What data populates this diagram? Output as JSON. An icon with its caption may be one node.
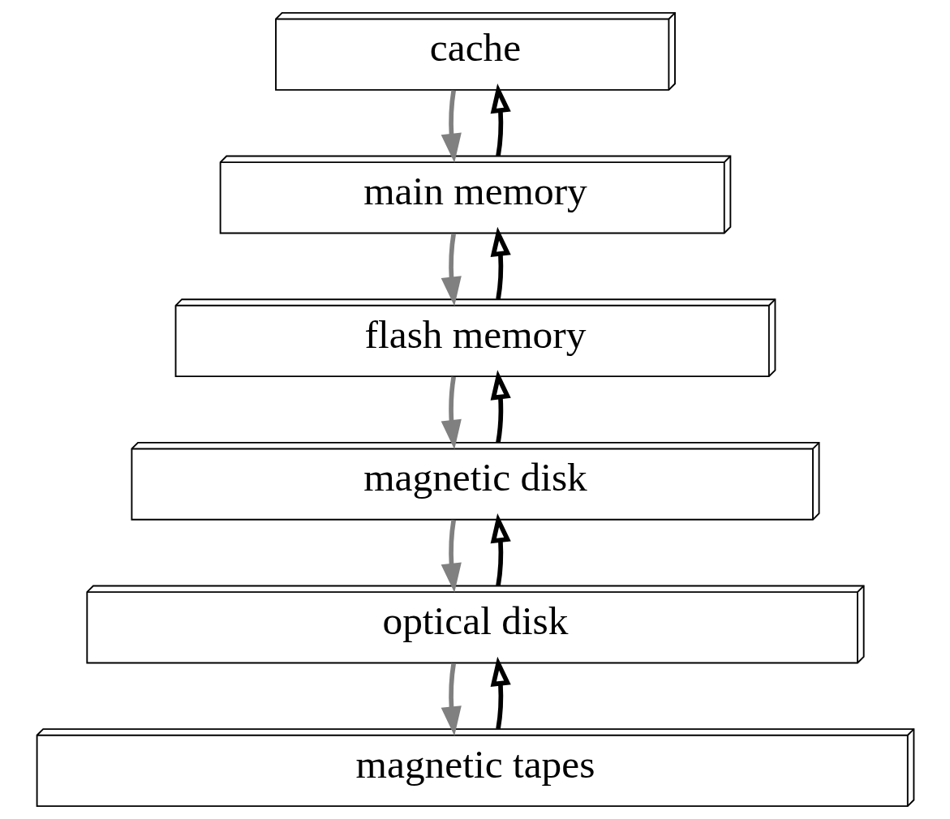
{
  "diagram": {
    "nodes": [
      {
        "text": [
          "cache"
        ]
      },
      {
        "text": [
          "main memory"
        ]
      },
      {
        "text": [
          "flash memory"
        ]
      },
      {
        "text": [
          "magnetic disk"
        ]
      },
      {
        "text": [
          "optical disk"
        ]
      },
      {
        "text": [
          "magnetic tapes"
        ]
      }
    ],
    "edges": [
      {
        "from": 1,
        "to": 0,
        "arrow": "to"
      },
      {
        "from": 0,
        "to": 1,
        "arrow": "to",
        "color": "#808080"
      },
      {
        "from": 2,
        "to": 1,
        "arrow": "to"
      },
      {
        "from": 1,
        "to": 2,
        "arrow": "to",
        "color": "#808080"
      },
      {
        "from": 3,
        "to": 2,
        "arrow": "to"
      },
      {
        "from": 2,
        "to": 3,
        "arrow": "to",
        "color": "#808080"
      },
      {
        "from": 4,
        "to": 3,
        "arrow": "to"
      },
      {
        "from": 3,
        "to": 4,
        "arrow": "to",
        "color": "#808080"
      },
      {
        "from": 5,
        "to": 4,
        "arrow": "to"
      },
      {
        "from": 4,
        "to": 5,
        "arrow": "to",
        "color": "#808080"
      }
    ]
  }
}
